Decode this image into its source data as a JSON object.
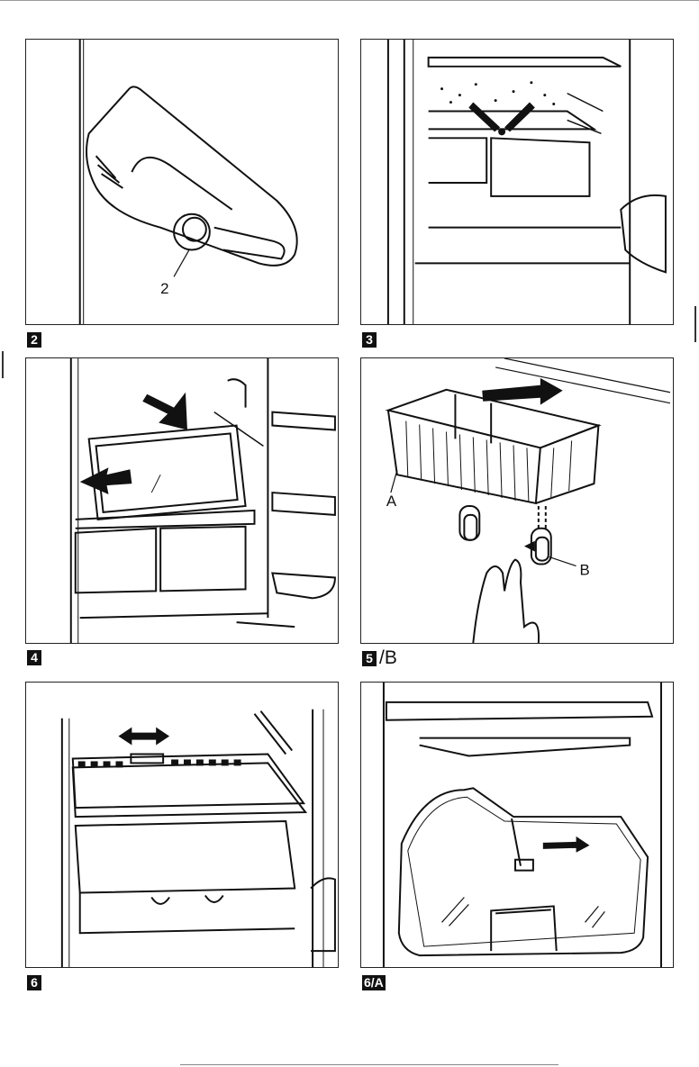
{
  "figures": [
    {
      "number": "2",
      "suffix": "",
      "callouts": [
        "2"
      ]
    },
    {
      "number": "3",
      "suffix": "",
      "callouts": []
    },
    {
      "number": "4",
      "suffix": "",
      "callouts": []
    },
    {
      "number": "5",
      "suffix": "/B",
      "callouts": [
        "A",
        "B"
      ]
    },
    {
      "number": "6",
      "suffix": "",
      "callouts": []
    },
    {
      "number": "6/A",
      "suffix": "",
      "callouts": []
    }
  ],
  "colors": {
    "ink": "#111111",
    "paper": "#ffffff"
  }
}
